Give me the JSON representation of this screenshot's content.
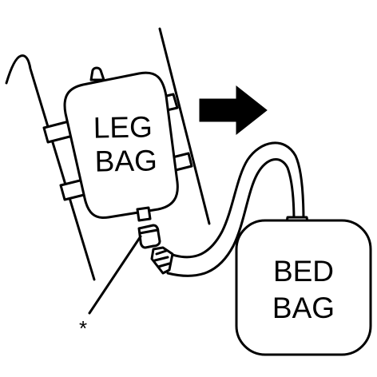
{
  "diagram": {
    "leg_bag": {
      "line1": "LEG",
      "line2": "BAG"
    },
    "bed_bag": {
      "line1": "BED",
      "line2": "BAG"
    },
    "connector_marker": "*",
    "icons": {
      "direction_arrow": "right-arrow-icon"
    },
    "colors": {
      "ink": "#000000",
      "paper": "#ffffff"
    }
  }
}
